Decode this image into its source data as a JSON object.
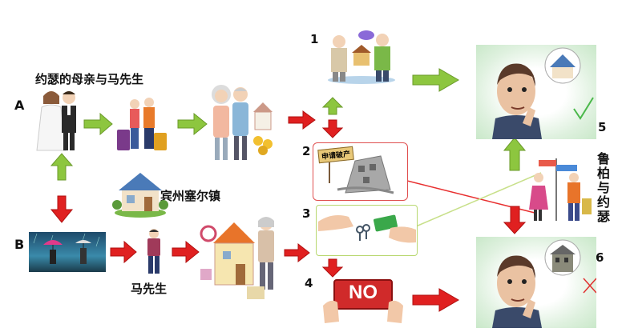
{
  "top_title": "约瑟的母亲与马先生",
  "row_labels": {
    "a": "A",
    "b": "B"
  },
  "place_label": "宾州塞尔镇",
  "mr_ma_label": "马先生",
  "step_numbers": {
    "s1": "1",
    "s2": "2",
    "s3": "3",
    "s4": "4",
    "s5": "5",
    "s6": "6"
  },
  "bankrupt_sign": "申请破产",
  "no_sign": "NO",
  "side_label": "鲁柏与约瑟",
  "colors": {
    "arrow_green": "#8dc63f",
    "arrow_red": "#e02020",
    "connector_red": "#e83030",
    "connector_green": "#c8e08a"
  },
  "icons": [
    "wedding-couple-icon",
    "travel-family-icon",
    "elderly-couple-money-icon",
    "house-deal-icon",
    "house-icon",
    "rain-umbrella-icon",
    "man-icon",
    "moving-house-icon",
    "bankruptcy-collapse-icon",
    "money-exchange-icon",
    "no-hands-icon",
    "thinking-man-icon",
    "couple-signpost-icon",
    "check-mark-icon",
    "cross-mark-icon"
  ]
}
